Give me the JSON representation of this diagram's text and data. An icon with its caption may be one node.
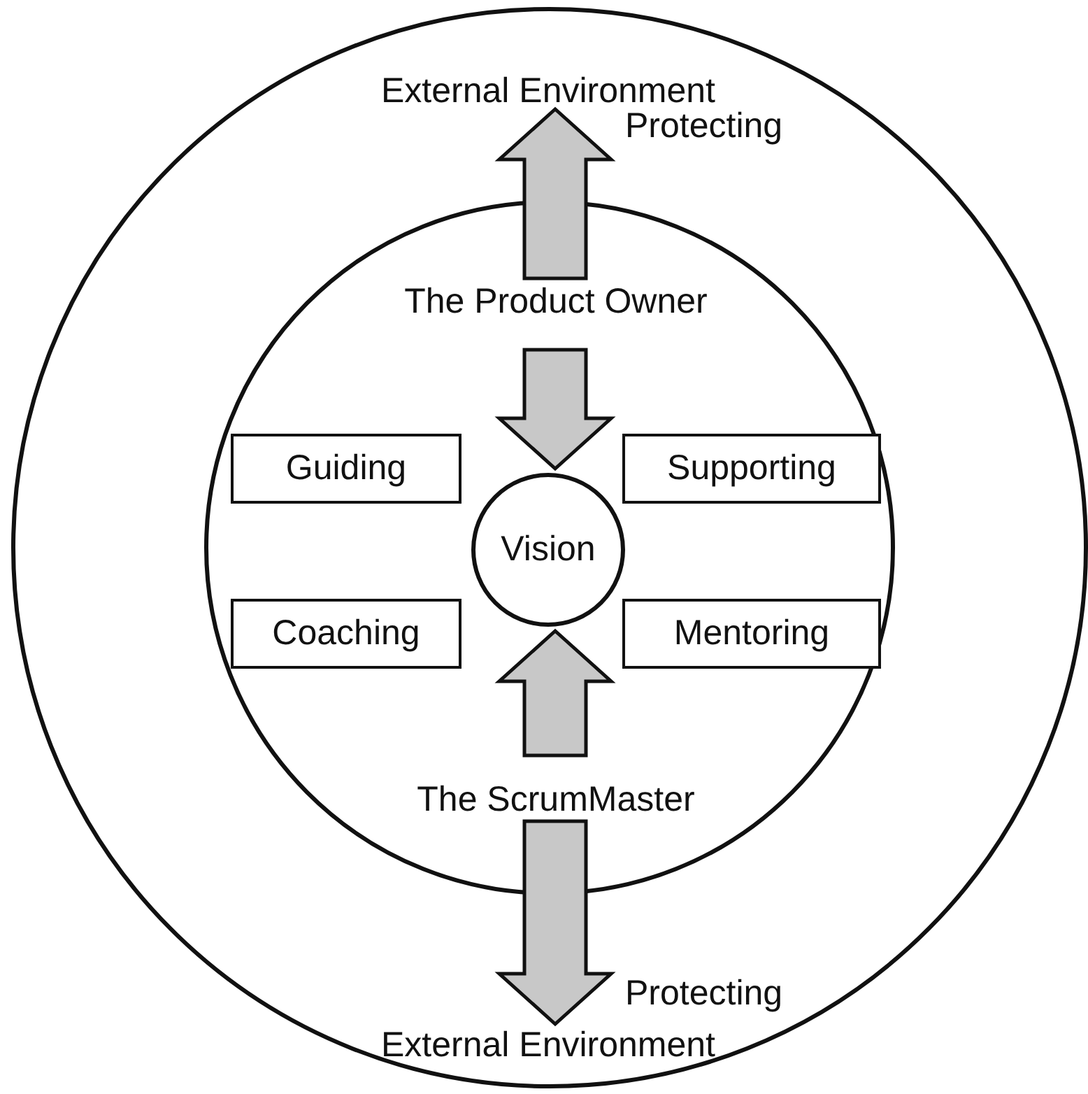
{
  "diagram": {
    "nodes": [
      {
        "text": [
          "External Environment",
          "External Environment"
        ]
      },
      {
        "text": [],
        "shape": "circle",
        "in": 0
      },
      {
        "text": [
          "The Product Owner"
        ],
        "in": 1
      },
      {
        "text": [
          "Guiding"
        ],
        "in": 1
      },
      {
        "text": [
          "Supporting"
        ],
        "in": 1
      },
      {
        "text": [
          "Vision"
        ],
        "in": 1
      },
      {
        "text": [
          "Coaching"
        ],
        "in": 1
      },
      {
        "text": [
          "Mentoring"
        ],
        "in": 1
      },
      {
        "text": [
          "The ScrumMaster"
        ],
        "in": 1
      }
    ],
    "edges": [
      {
        "from": 2,
        "to": 0,
        "arrow": "to",
        "label": "Protecting"
      },
      {
        "from": 2,
        "to": 5,
        "arrow": "to"
      },
      {
        "from": 8,
        "to": 5,
        "arrow": "to"
      },
      {
        "from": 8,
        "to": 0,
        "arrow": "to",
        "label": "Protecting"
      }
    ]
  }
}
